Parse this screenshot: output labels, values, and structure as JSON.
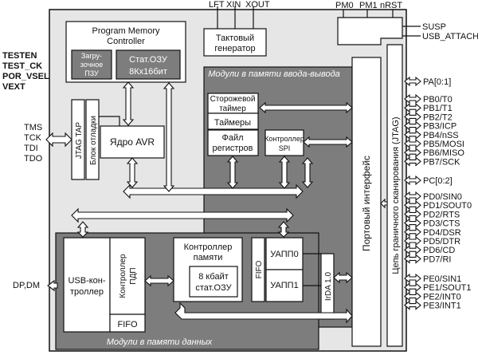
{
  "top_pins": {
    "lft": "LFT",
    "xin": "XIN",
    "xout": "XOUT",
    "pm0": "PM0",
    "pm1": "PM1",
    "nrst": "nRST"
  },
  "left_pins": {
    "group1": [
      "TESTEN",
      "TEST_CK",
      "POR_VSEL",
      "VEXT"
    ],
    "group2": [
      "TMS",
      "TCK",
      "TDI",
      "TDO"
    ],
    "dpdm": "DP,DM"
  },
  "right_pins": {
    "susp": "SUSP",
    "usb_attach": "USB_ATTACH",
    "pa": "PA[0:1]",
    "pb": [
      "PB0/T0",
      "PB1/T1",
      "PB2/T2",
      "PB3/ICP",
      "PB4/nSS",
      "PB5/MOSI",
      "PB6/MISO",
      "PB7/SCK"
    ],
    "pc": "PC[0:2]",
    "pd": [
      "PD0/SIN0",
      "PD1/SOUT0",
      "PD2/RTS",
      "PD3/CTS",
      "PD4/DSR",
      "PD5/DTR",
      "PD6/CD",
      "PD7/RI"
    ],
    "pe": [
      "PE0/SIN1",
      "PE1/SOUT1",
      "PE2/INT0",
      "PE3/INT1"
    ]
  },
  "blocks": {
    "program_memory": {
      "title_line1": "Program Memory",
      "title_line2": "Controller",
      "boot_rom": [
        "Загру-",
        "зочное",
        "ПЗУ"
      ],
      "sram": [
        "Стат.ОЗУ",
        "8Кх16бит"
      ]
    },
    "clock_gen": [
      "Тактовый",
      "генератор"
    ],
    "jtag_tap": "JTAG TAP",
    "debug_unit": "Блок отладки",
    "avr_core": "Ядро AVR",
    "io_modules": {
      "caption": "Модули в памяти ввода-вывода",
      "watchdog": [
        "Сторожевой",
        "таймер"
      ],
      "timers": "Таймеры",
      "reg_file": [
        "Файл",
        "регистров"
      ],
      "spi": [
        "Контроллер",
        "SPI"
      ]
    },
    "port_interface": "Портовый интерфейс",
    "boundary_scan": "Цепь граничного сканирования (JTAG)",
    "data_modules": {
      "caption": "Модули в памяти данных",
      "usb_controller": [
        "USB-кон-",
        "троллер"
      ],
      "dma_controller": [
        "Контроллер",
        "ПДП"
      ],
      "fifo_usb": "FIFO",
      "mem_controller": [
        "Контроллер",
        "памяти"
      ],
      "sram_8k": [
        "8 кбайт",
        "стат.ОЗУ"
      ],
      "fifo_uart": "FIFO",
      "uart0": "УАПП0",
      "uart1": "УАПП1",
      "irda": "IrDA 1.0"
    }
  }
}
